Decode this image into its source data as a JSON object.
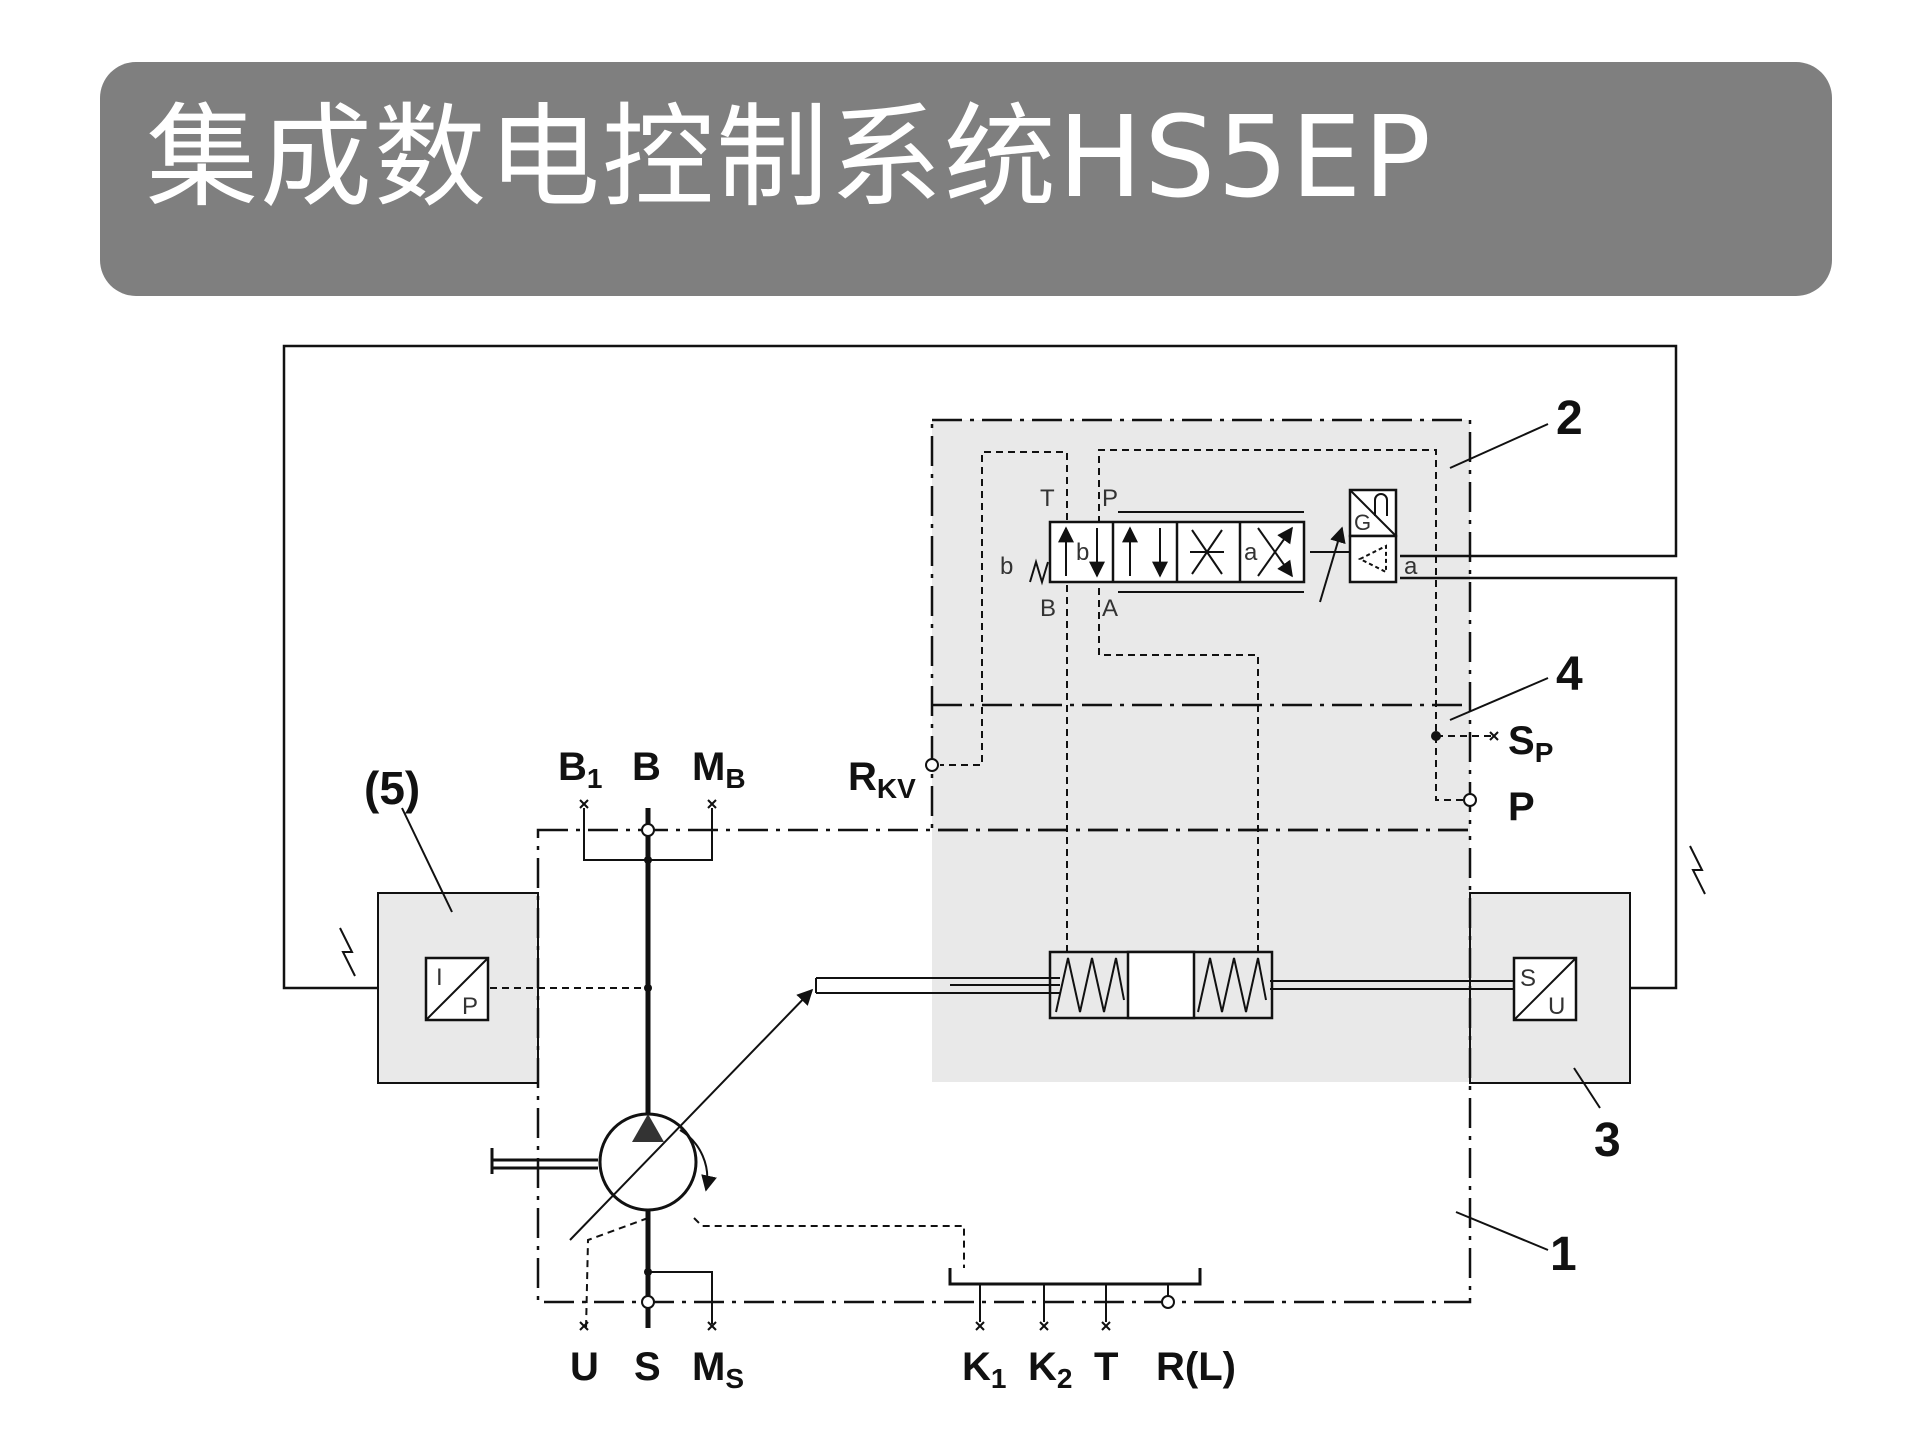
{
  "title": "集成数电控制系统HS5EP",
  "diagram": {
    "callouts": {
      "n1": "1",
      "n2": "2",
      "n3": "3",
      "n4": "4",
      "n5": "(5)"
    },
    "ports_top": {
      "B1": "B",
      "B1_sub": "1",
      "B": "B",
      "MB": "M",
      "MB_sub": "B"
    },
    "ports_bottom": {
      "U": "U",
      "S": "S",
      "MS": "M",
      "MS_sub": "S",
      "K1": "K",
      "K1_sub": "1",
      "K2": "K",
      "K2_sub": "2",
      "T": "T",
      "RL": "R(L)"
    },
    "ports_right": {
      "SP": "S",
      "SP_sub": "P",
      "P": "P",
      "RKV": "R",
      "RKV_sub": "KV"
    },
    "valve_labels": {
      "T": "T",
      "P": "P",
      "B": "B",
      "A": "A",
      "b_outer": "b",
      "b_inner": "b",
      "a_inner": "a",
      "a_outer": "a",
      "G": "G"
    },
    "converter_ip": {
      "top": "I",
      "bottom": "P"
    },
    "converter_su": {
      "top": "S",
      "bottom": "U"
    },
    "colors": {
      "title_bg": "#7f7f7f",
      "shade": "#e9e9e9",
      "line": "#111111"
    }
  }
}
